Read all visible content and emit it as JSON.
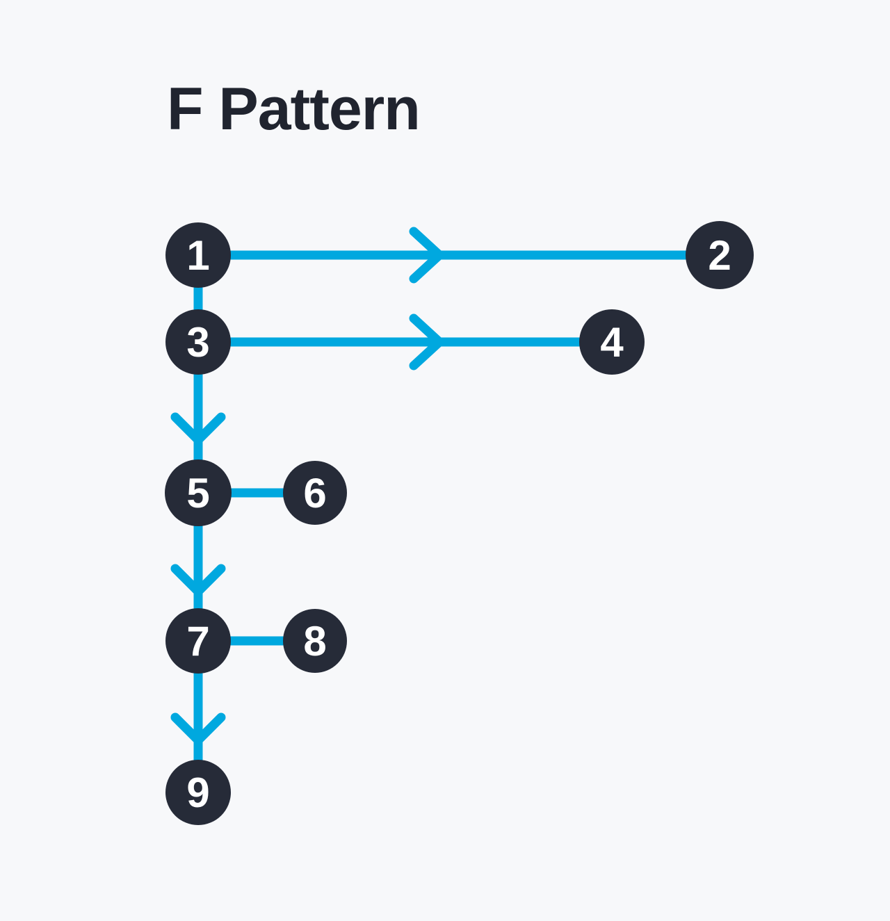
{
  "title": "F Pattern",
  "colors": {
    "background": "#f7f8fa",
    "accent": "#00a8df",
    "node_fill": "#262b38",
    "node_text": "#ffffff",
    "title_text": "#20242f"
  },
  "nodes": [
    {
      "id": 1,
      "label": "1"
    },
    {
      "id": 2,
      "label": "2"
    },
    {
      "id": 3,
      "label": "3"
    },
    {
      "id": 4,
      "label": "4"
    },
    {
      "id": 5,
      "label": "5"
    },
    {
      "id": 6,
      "label": "6"
    },
    {
      "id": 7,
      "label": "7"
    },
    {
      "id": 8,
      "label": "8"
    },
    {
      "id": 9,
      "label": "9"
    }
  ],
  "edges": [
    {
      "from": "1",
      "to": "2",
      "direction": "right",
      "arrowhead": true
    },
    {
      "from": "1",
      "to": "3",
      "direction": "down",
      "arrowhead": false
    },
    {
      "from": "3",
      "to": "4",
      "direction": "right",
      "arrowhead": true
    },
    {
      "from": "3",
      "to": "5",
      "direction": "down",
      "arrowhead": true
    },
    {
      "from": "5",
      "to": "6",
      "direction": "right",
      "arrowhead": false
    },
    {
      "from": "5",
      "to": "7",
      "direction": "down",
      "arrowhead": true
    },
    {
      "from": "7",
      "to": "8",
      "direction": "right",
      "arrowhead": false
    },
    {
      "from": "7",
      "to": "9",
      "direction": "down",
      "arrowhead": true
    }
  ]
}
